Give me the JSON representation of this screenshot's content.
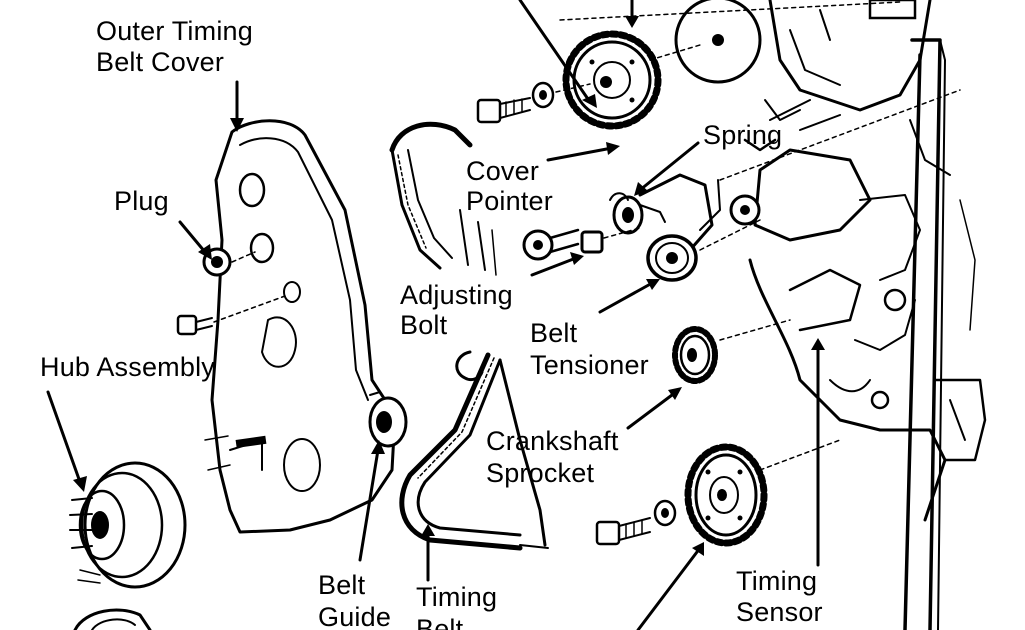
{
  "labels": {
    "outer_cover_line1": "Outer Timing",
    "outer_cover_line2": "Belt Cover",
    "plug": "Plug",
    "hub_assembly": "Hub Assembly",
    "cover_pointer_line1": "Cover",
    "cover_pointer_line2": "Pointer",
    "spring": "Spring",
    "adjusting_bolt_line1": "Adjusting",
    "adjusting_bolt_line2": "Bolt",
    "belt_tensioner_line1": "Belt",
    "belt_tensioner_line2": "Tensioner",
    "crankshaft_sprocket_line1": "Crankshaft",
    "crankshaft_sprocket_line2": "Sprocket",
    "belt_guide_line1": "Belt",
    "belt_guide_line2": "Guide",
    "timing_belt_line1": "Timing",
    "timing_belt_line2": "Belt",
    "timing_sensor_line1": "Timing",
    "timing_sensor_line2": "Sensor"
  },
  "colors": {
    "ink": "#000000",
    "paper": "#ffffff"
  }
}
